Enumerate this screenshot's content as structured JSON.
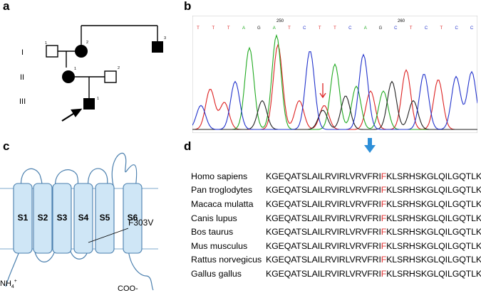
{
  "panels": {
    "a": {
      "letter": "a",
      "generations": [
        "I",
        "II",
        "III"
      ],
      "individuals": [
        {
          "gen": "I",
          "num": "1",
          "sex": "male",
          "affected": false
        },
        {
          "gen": "I",
          "num": "2",
          "sex": "female",
          "affected": true
        },
        {
          "gen": "I",
          "num": "3",
          "sex": "male",
          "affected": true
        },
        {
          "gen": "II",
          "num": "1",
          "sex": "female",
          "affected": true
        },
        {
          "gen": "II",
          "num": "2",
          "sex": "male",
          "affected": false
        },
        {
          "gen": "III",
          "num": "1",
          "sex": "male",
          "affected": true,
          "proband": true
        }
      ]
    },
    "b": {
      "letter": "b",
      "position_labels": [
        "250",
        "260"
      ],
      "bases": [
        "T",
        "T",
        "T",
        "A",
        "G",
        "A",
        "T",
        "C",
        "T",
        "T",
        "C",
        "A",
        "G",
        "C",
        "T",
        "C",
        "T",
        "C",
        "C"
      ],
      "base_colors": {
        "A": "#22aa22",
        "C": "#2233cc",
        "G": "#222222",
        "T": "#dd2222"
      },
      "arrow_color": "#dd2222"
    },
    "c": {
      "letter": "c",
      "segments": [
        "S1",
        "S2",
        "S3",
        "S4",
        "S5",
        "S6"
      ],
      "mutation_label": "F303V",
      "n_terminus": "NH",
      "n_terminus_sub": "4",
      "n_terminus_sup": "+",
      "c_terminus": "COO-",
      "segment_fill": "#cfe6f6",
      "outline_color": "#4a7fae"
    },
    "d": {
      "letter": "d",
      "arrow_color": "#2e8fd8",
      "mutation_color": "#e03030",
      "rows": [
        {
          "species": "Homo sapiens",
          "pre": "KGEQATSLAILRVIRLVRVFRI",
          "mut": "F",
          "post": "KLSRHSKGLQILGQTLKASMR"
        },
        {
          "species": "Pan troglodytes",
          "pre": "KGEQATSLAILRVIRLVRVFRI",
          "mut": "F",
          "post": "KLSRHSKGLQILGQTLKASMR"
        },
        {
          "species": "Macaca mulatta",
          "pre": "KGEQATSLAILRVIRLVRVFRI",
          "mut": "F",
          "post": "KLSRHSKGLQILGQTLKASMR"
        },
        {
          "species": "Canis lupus",
          "pre": "KGEQATSLAILRVIRLVRVFRI",
          "mut": "F",
          "post": "KLSRHSKGLQILGQTLKASMR"
        },
        {
          "species": "Bos taurus",
          "pre": "KGEQATSLAILRVIRLVRVFRI",
          "mut": "F",
          "post": "KLSRHSKGLQILGQTLKASMR"
        },
        {
          "species": "Mus musculus",
          "pre": "KGEQATSLAILRVIRLVRVFRI",
          "mut": "F",
          "post": "KLSRHSKGLQILGQTLKASMR"
        },
        {
          "species": "Rattus norvegicus",
          "pre": "KGEQATSLAILRVIRLVRVFRI",
          "mut": "F",
          "post": "KLSRHSKGLQILGQTLKASMR"
        },
        {
          "species": "Gallus gallus",
          "pre": "KGEQATSLAILRVIRLVRVFRI",
          "mut": "F",
          "post": "KLSRHSKGLQILGQTLKASMR"
        }
      ]
    }
  }
}
